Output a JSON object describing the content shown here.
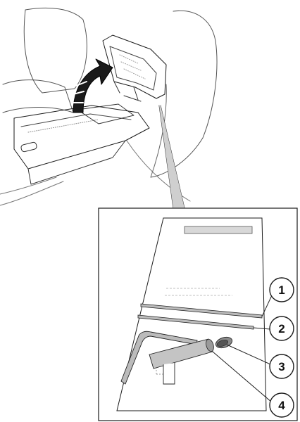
{
  "figure": {
    "figure_code": "",
    "callouts": [
      {
        "number": "1"
      },
      {
        "number": "2"
      },
      {
        "number": "3"
      },
      {
        "number": "4"
      }
    ]
  }
}
